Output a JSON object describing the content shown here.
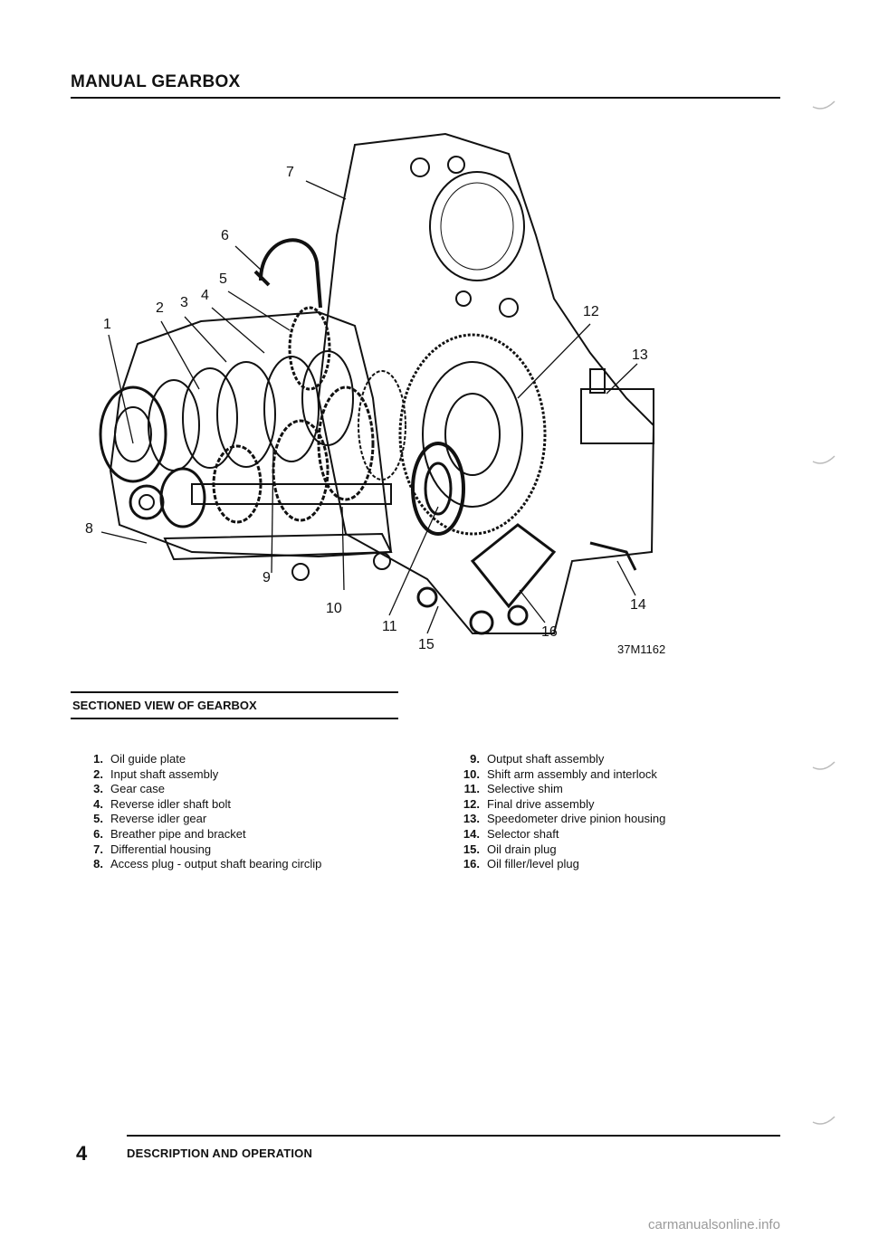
{
  "header": {
    "title": "MANUAL GEARBOX"
  },
  "figure": {
    "reference": "37M1162",
    "callouts": [
      "1",
      "2",
      "3",
      "4",
      "5",
      "6",
      "7",
      "8",
      "9",
      "10",
      "11",
      "12",
      "13",
      "14",
      "15",
      "16"
    ]
  },
  "caption": "SECTIONED VIEW OF GEARBOX",
  "legend": {
    "left": [
      {
        "num": "1.",
        "text": "Oil guide plate"
      },
      {
        "num": "2.",
        "text": "Input shaft assembly"
      },
      {
        "num": "3.",
        "text": "Gear case"
      },
      {
        "num": "4.",
        "text": "Reverse idler shaft bolt"
      },
      {
        "num": "5.",
        "text": "Reverse idler gear"
      },
      {
        "num": "6.",
        "text": "Breather pipe and bracket"
      },
      {
        "num": "7.",
        "text": "Differential housing"
      },
      {
        "num": "8.",
        "text": "Access plug - output shaft bearing circlip"
      }
    ],
    "right": [
      {
        "num": "9.",
        "text": "Output shaft assembly"
      },
      {
        "num": "10.",
        "text": "Shift arm assembly and interlock"
      },
      {
        "num": "11.",
        "text": "Selective shim"
      },
      {
        "num": "12.",
        "text": "Final drive assembly"
      },
      {
        "num": "13.",
        "text": "Speedometer drive pinion housing"
      },
      {
        "num": "14.",
        "text": "Selector shaft"
      },
      {
        "num": "15.",
        "text": "Oil drain plug"
      },
      {
        "num": "16.",
        "text": "Oil filler/level plug"
      }
    ]
  },
  "footer": {
    "page_number": "4",
    "section": "DESCRIPTION AND OPERATION"
  },
  "watermark": "carmanualsonline.info"
}
